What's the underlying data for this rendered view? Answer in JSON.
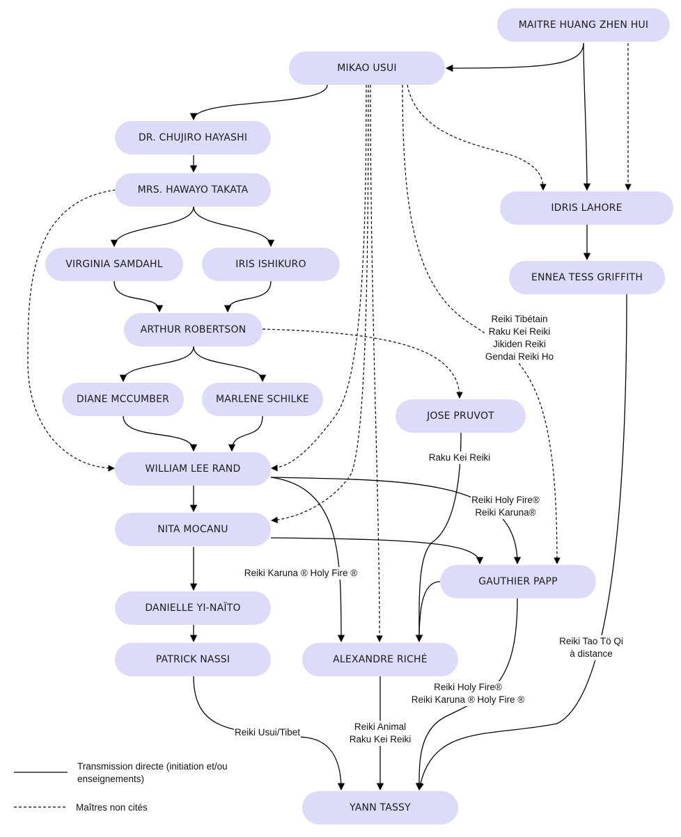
{
  "nodes": {
    "huang": "MAITRE HUANG ZHEN HUI",
    "usui": "MIKAO USUI",
    "hayashi": "DR. CHUJIRO HAYASHI",
    "takata": "MRS. HAWAYO TAKATA",
    "samdahl": "VIRGINIA SAMDAHL",
    "ishikuro": "IRIS ISHIKURO",
    "robertson": "ARTHUR ROBERTSON",
    "mccumber": "DIANE MCCUMBER",
    "schilke": "MARLENE SCHILKE",
    "rand": "WILLIAM LEE RAND",
    "mocanu": "NITA MOCANU",
    "yinaito": "DANIELLE YI-NAÏTO",
    "nassi": "PATRICK NASSI",
    "riche": "ALEXANDRE RICHÉ",
    "tassy": "YANN TASSY",
    "lahore": "IDRIS LAHORE",
    "griffith": "ENNEA TESS GRIFFITH",
    "pruvot": "JOSE PRUVOT",
    "papp": "GAUTHIER PAPP"
  },
  "edge_labels": {
    "usui_papp": [
      "Reiki Tibétain",
      "Raku Kei Reiki",
      "Jikiden Reiki",
      "Gendai Reiki Ho"
    ],
    "pruvot_riche": [
      "Raku Kei Reiki"
    ],
    "rand_papp": [
      "Reiki Holy Fire®",
      "Reiki Karuna®"
    ],
    "rand_riche": [
      "Reiki Karuna ® Holy Fire ®"
    ],
    "griffith_tassy": [
      "Reiki Tao Tö Qi",
      "à distance"
    ],
    "papp_tassy": [
      "Reiki Holy Fire®",
      "Reiki Karuna ® Holy Fire ®"
    ],
    "riche_tassy": [
      "Reiki Animal",
      "Raku Kei Reiki"
    ],
    "nassi_tassy": [
      "Reiki Usui/Tibet"
    ]
  },
  "legend": {
    "direct": "Transmission directe (initiation et/ou enseignements)",
    "uncited": "Maîtres non cités"
  },
  "colors": {
    "node_fill": "#dcdcfa",
    "edge": "#000000"
  }
}
